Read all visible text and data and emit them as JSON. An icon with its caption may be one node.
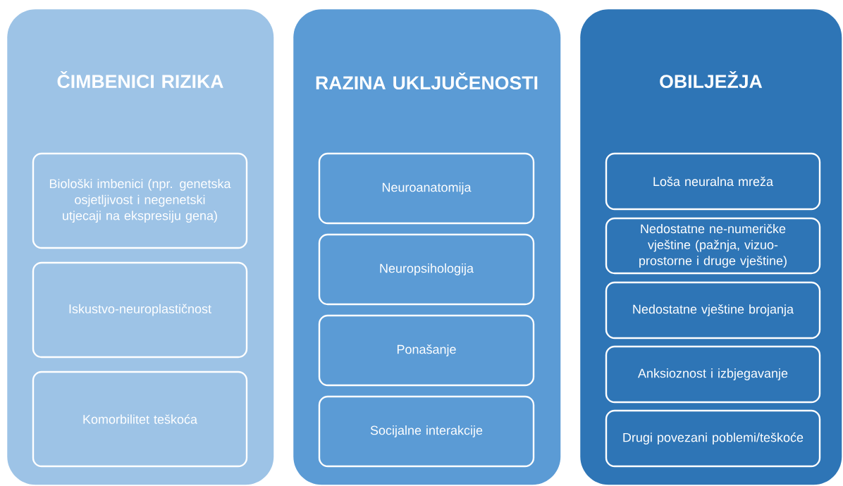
{
  "diagram": {
    "nodes": [
      {
        "text": [
          "ČIMBENICI RIZIKA"
        ]
      },
      {
        "text": [
          "Biološki imbenici (npr. genetska osjetljivost i negenetski utjecaji na ekspresiju gena)"
        ],
        "in": 0
      },
      {
        "text": [
          "Iskustvo-neuroplastičnost"
        ],
        "in": 0
      },
      {
        "text": [
          "Komorbilitet teškoća"
        ],
        "in": 0
      },
      {
        "text": [
          "RAZINA UKLJUČENOSTI"
        ]
      },
      {
        "text": [
          "Neuroanatomija"
        ],
        "in": 4
      },
      {
        "text": [
          "Neuropsihologija"
        ],
        "in": 4
      },
      {
        "text": [
          "Ponašanje"
        ],
        "in": 4
      },
      {
        "text": [
          "Socijalne interakcije"
        ],
        "in": 4
      },
      {
        "text": [
          "OBILJEŽJA"
        ]
      },
      {
        "text": [
          "Loša neuralna mreža"
        ],
        "in": 9
      },
      {
        "text": [
          "Nedostatne ne-numeričke vještine (pažnja, vizuo-prostorne i druge vještine)"
        ],
        "in": 9
      },
      {
        "text": [
          "Nedostatne vještine brojanja"
        ],
        "in": 9
      },
      {
        "text": [
          "Anksioznost i izbjegavanje"
        ],
        "in": 9
      },
      {
        "text": [
          "Drugi povezani poblemi/teškoće"
        ],
        "in": 9
      }
    ]
  }
}
